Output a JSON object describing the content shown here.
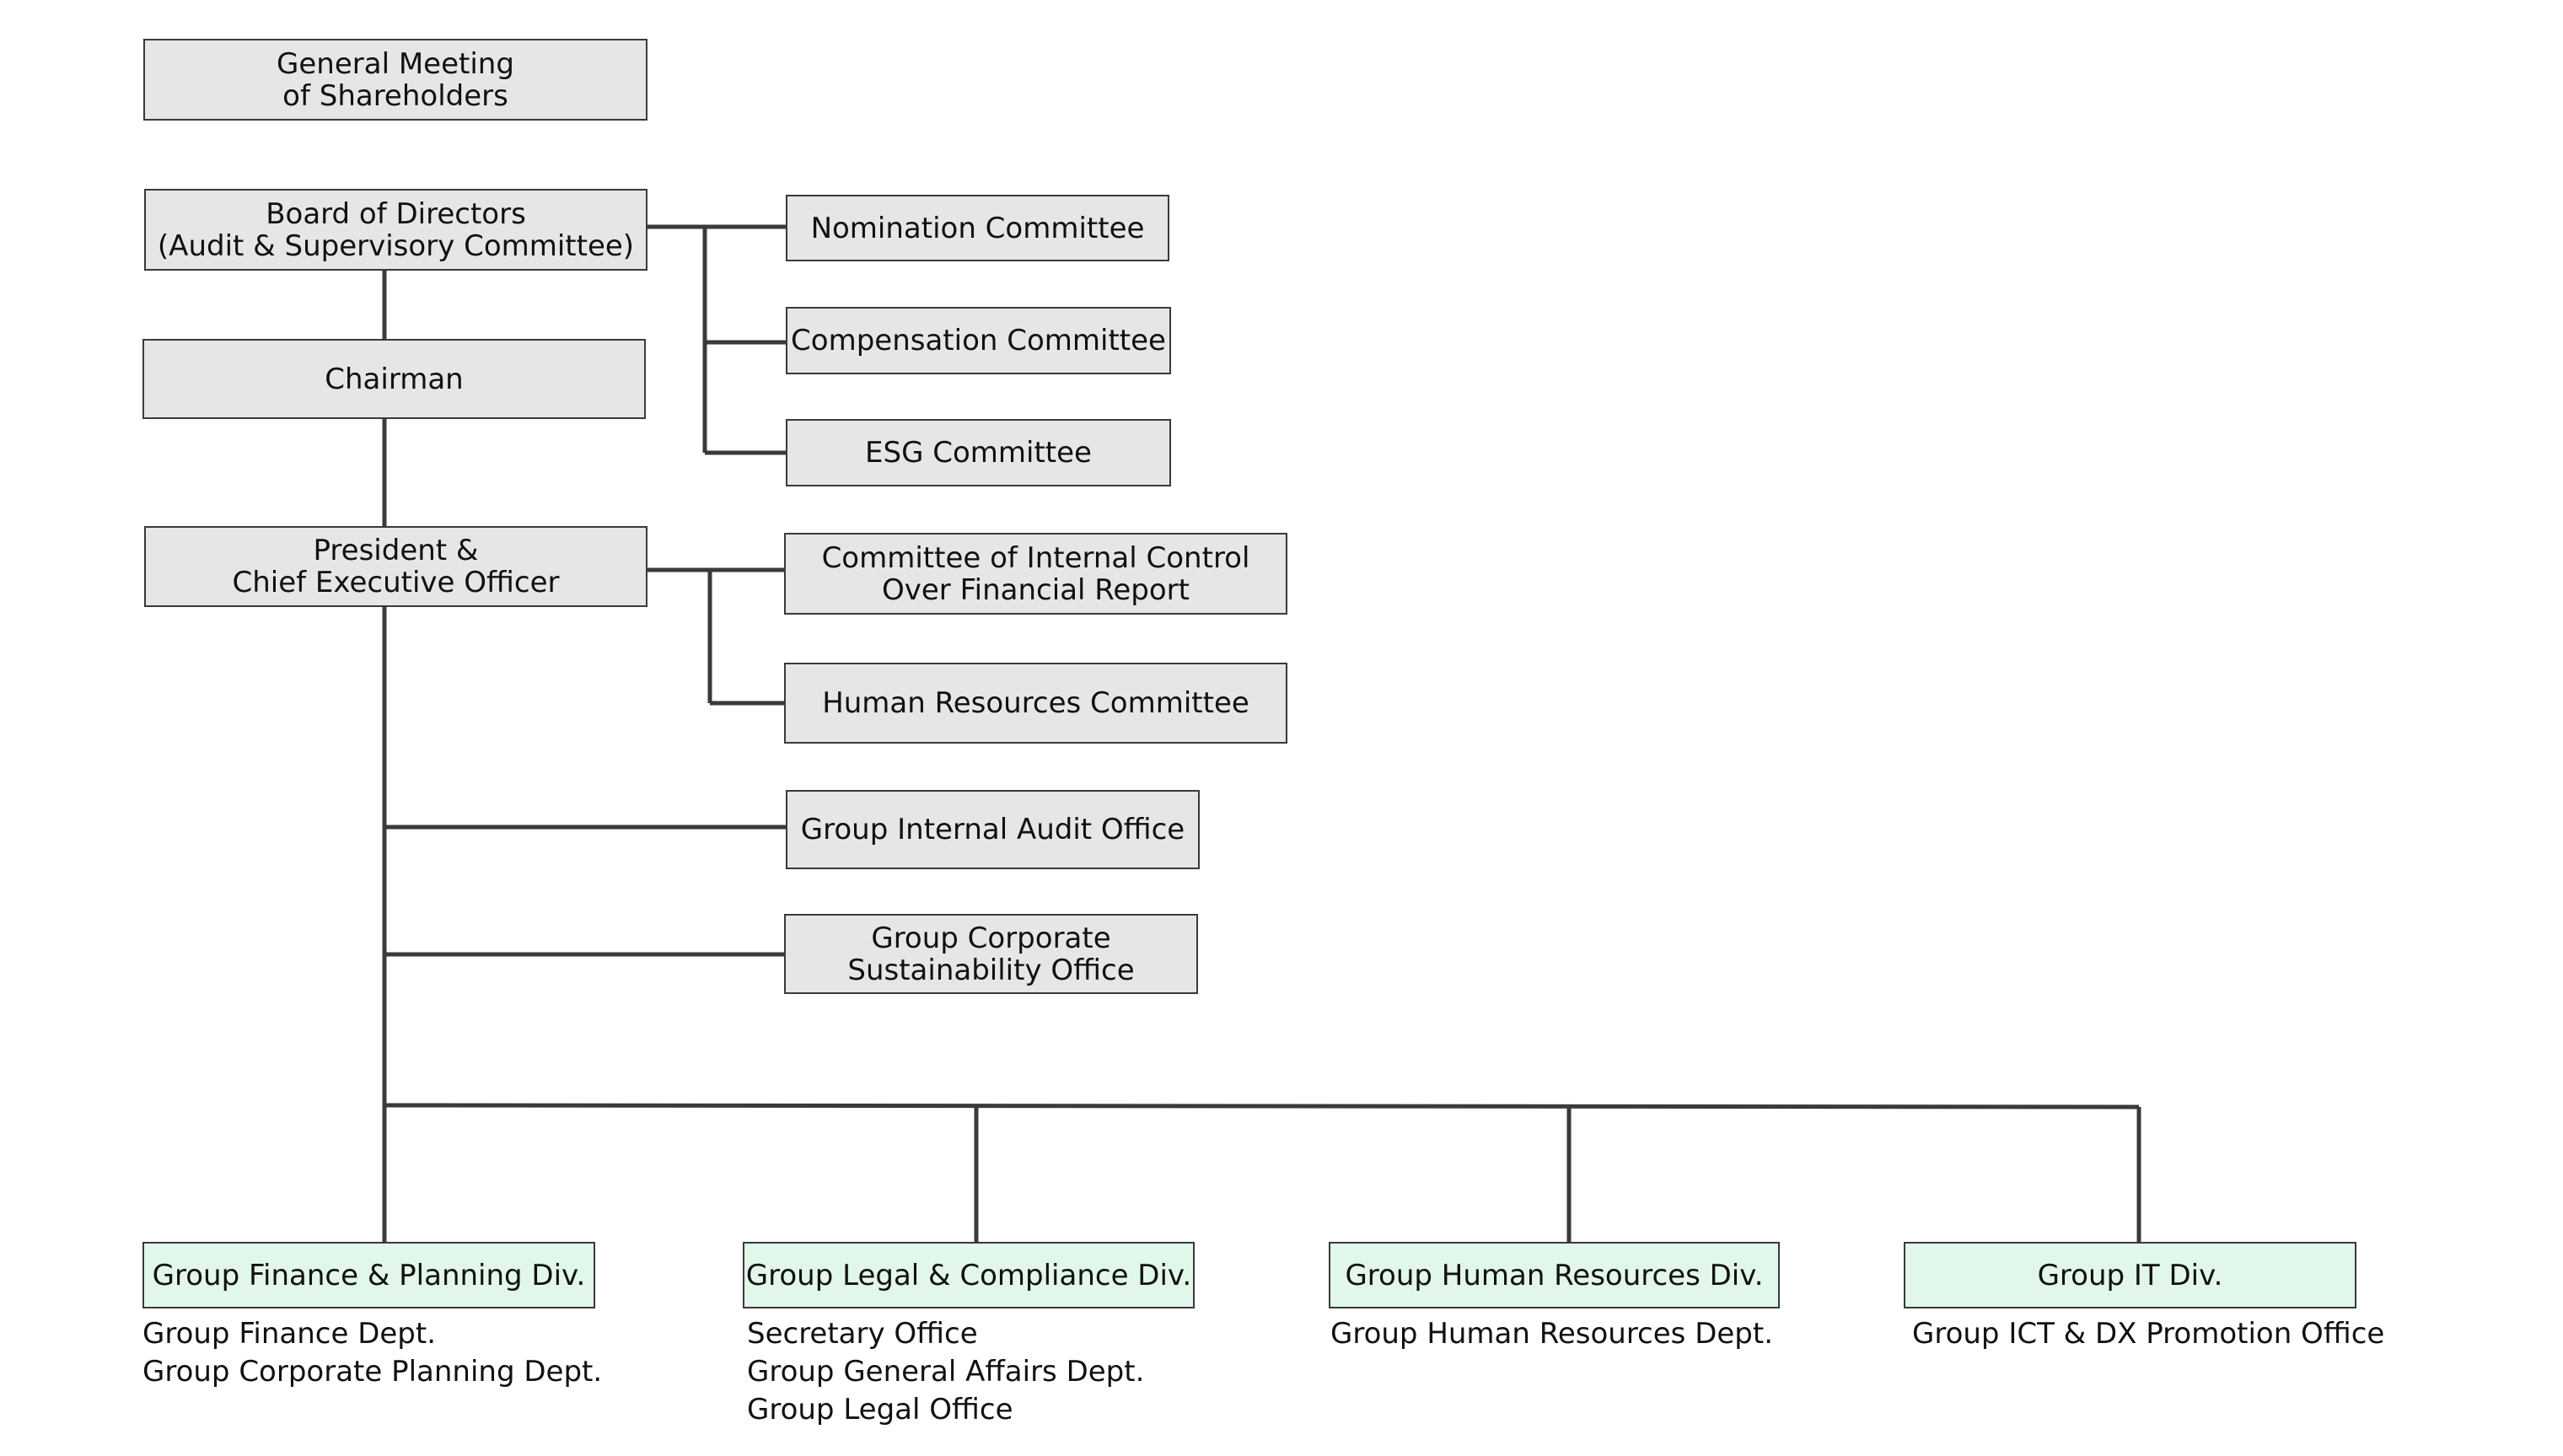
{
  "colors": {
    "box_fill": "#e6e6e6",
    "division_fill": "#e1f7ea",
    "line": "#3a3a3a"
  },
  "governance": {
    "shareholders": [
      "General Meeting",
      "of Shareholders"
    ],
    "board": [
      "Board of Directors",
      "(Audit & Supervisory Committee)"
    ],
    "chairman": [
      "Chairman"
    ],
    "president": [
      "President &",
      "Chief Executive Officer"
    ]
  },
  "board_committees": {
    "nomination": [
      "Nomination Committee"
    ],
    "compensation": [
      "Compensation Committee"
    ],
    "esg": [
      "ESG Committee"
    ]
  },
  "president_committees": {
    "internal_control": [
      "Committee of Internal Control",
      "Over Financial Report"
    ],
    "human_resources": [
      "Human Resources Committee"
    ]
  },
  "offices": {
    "internal_audit": [
      "Group Internal Audit Office"
    ],
    "sustainability": [
      "Group Corporate",
      "Sustainability Office"
    ]
  },
  "divisions": [
    {
      "name": "Group Finance & Planning Div.",
      "units": [
        "Group Finance Dept.",
        "Group Corporate Planning Dept."
      ]
    },
    {
      "name": "Group Legal & Compliance Div.",
      "units": [
        "Secretary Office",
        "Group General Affairs Dept.",
        "Group Legal Office"
      ]
    },
    {
      "name": "Group Human Resources Div.",
      "units": [
        "Group Human Resources Dept."
      ]
    },
    {
      "name": "Group IT Div.",
      "units": [
        "Group ICT & DX Promotion Office"
      ]
    }
  ]
}
